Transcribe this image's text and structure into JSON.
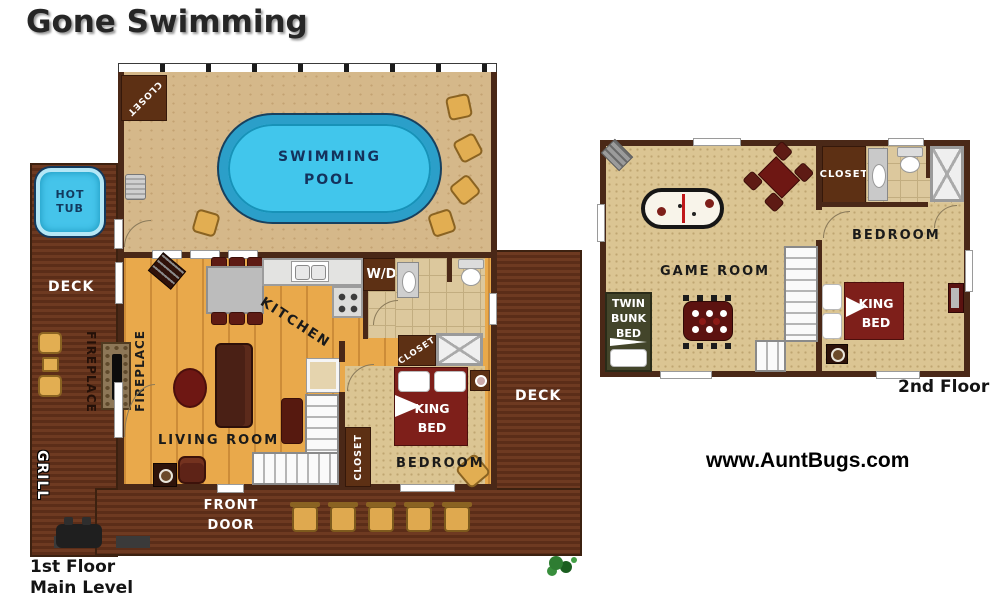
{
  "title": "Gone Swimming",
  "website": "www.AuntBugs.com",
  "floor1": {
    "caption1": "1st Floor",
    "caption2": "Main Level",
    "swimming_pool": "SWIMMING POOL",
    "hot_tub": "HOT TUB",
    "deck_left": "DECK",
    "deck_right": "DECK",
    "front_door": "FRONT DOOR",
    "grill": "GRILL",
    "fireplace_deck": "FIREPLACE",
    "fireplace_inside": "FIREPLACE",
    "closet_pool": "CLOSET",
    "kitchen": "KITCHEN",
    "wd": "W/D",
    "living_room": "LIVING ROOM",
    "closet_hall": "CLOSET",
    "closet_bedroom": "CLOSET",
    "king_bed": "KING BED",
    "bedroom": "BEDROOM"
  },
  "floor2": {
    "caption": "2nd Floor",
    "game_room": "GAME ROOM",
    "twin_bunk_bed": "TWIN BUNK BED",
    "closet": "CLOSET",
    "bedroom": "BEDROOM",
    "king_bed": "KING BED"
  },
  "colors": {
    "wall": "#4a2817",
    "deck": "#66331c",
    "pool_water": "#41c6ec",
    "wood_floor": "#e9a94b",
    "carpet": "#dbc593",
    "bed_red": "#7e1f1a",
    "closet_brown": "#5d3014",
    "hot_tub_blue": "#45c4ea"
  }
}
